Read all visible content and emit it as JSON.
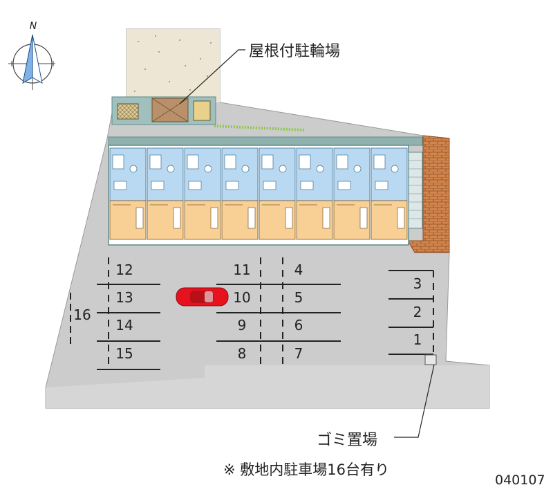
{
  "compass": {
    "north_letter": "N"
  },
  "labels": {
    "covered_bicycle_parking": "屋根付駐輪場",
    "garbage_area": "ゴミ置場",
    "note": "※ 敷地内駐車場16台有り",
    "map_code": "040107"
  },
  "parking": {
    "total_spaces": 16,
    "spaces": [
      "1",
      "2",
      "3",
      "4",
      "5",
      "6",
      "7",
      "8",
      "9",
      "10",
      "11",
      "12",
      "13",
      "14",
      "15",
      "16"
    ]
  },
  "building": {
    "unit_count": 8
  },
  "colors": {
    "site_gray": "#cfcfcf",
    "unit_kitchen_blue": "#b9d9f2",
    "unit_room_orange": "#f8cf94",
    "corridor_teal": "#5f8a8a",
    "brick": "#c8733c",
    "yard_beige": "#ede6d4",
    "car_red": "#e8121e",
    "hedge_green": "#8ec84a"
  }
}
